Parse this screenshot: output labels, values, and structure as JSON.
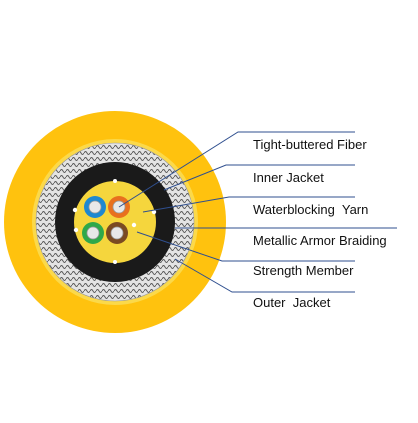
{
  "diagram": {
    "labels": [
      "Tight-buttered Fiber",
      "Inner Jacket",
      "Waterblocking  Yarn",
      "Metallic Armor Braiding",
      "Strength Member",
      "Outer  Jacket"
    ],
    "colors": {
      "outer_jacket": "#ffc20e",
      "strength_member": "#fbd94a",
      "armor_braiding": "#d9d9d9",
      "inner_jacket": "#1a1a1a",
      "waterblocking_yarn": "#f5d63d",
      "leader_line": "#2f4f8f",
      "fiber_blue": "#1e88d0",
      "fiber_orange": "#e8701e",
      "fiber_green": "#2fa84a",
      "fiber_brown": "#7a4a22"
    }
  }
}
